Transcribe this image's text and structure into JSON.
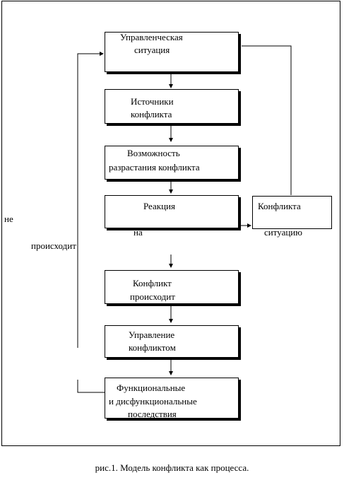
{
  "diagram": {
    "boxes": {
      "situation": [
        "Управленческая",
        "ситуация"
      ],
      "sources": [
        "Источники",
        "конфликта"
      ],
      "escalation": [
        "Возможность",
        "разрастания конфликта"
      ],
      "reaction": [
        "Реакция",
        "на"
      ],
      "conflict_side": [
        "Конфликта",
        "ситуацию"
      ],
      "occurs": [
        "Конфликт",
        "происходит"
      ],
      "management": [
        "Управление",
        "конфликтом"
      ],
      "consequences": [
        "Функциональные",
        "и дисфункциональные",
        "последствия"
      ]
    },
    "loop_labels": {
      "ne": "не",
      "occurs": "происходит"
    }
  },
  "caption": "рис.1. Модель конфликта как процесса."
}
